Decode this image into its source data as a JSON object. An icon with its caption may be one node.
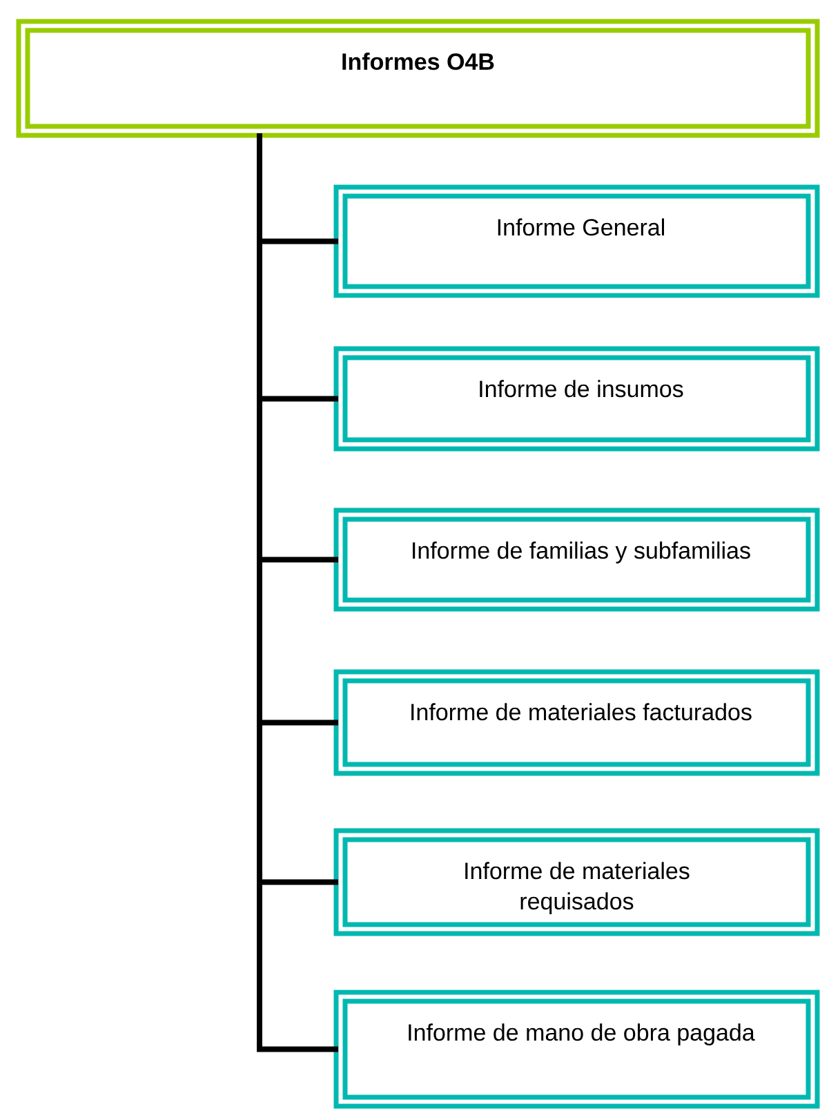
{
  "diagram": {
    "nodes": [
      {
        "text": [
          "Informes O4B"
        ]
      },
      {
        "text": [
          "Informe General"
        ]
      },
      {
        "text": [
          "Informe de insumos"
        ]
      },
      {
        "text": [
          "Informe de familias y subfamilias"
        ]
      },
      {
        "text": [
          "Informe de materiales facturados"
        ]
      },
      {
        "text": [
          "Informe de materiales requisados"
        ]
      },
      {
        "text": [
          "Informe de mano de obra pagada"
        ]
      }
    ],
    "edges": [
      {
        "from": 0,
        "to": 1,
        "arrow": "none"
      },
      {
        "from": 0,
        "to": 2,
        "arrow": "none"
      },
      {
        "from": 0,
        "to": 3,
        "arrow": "none"
      },
      {
        "from": 0,
        "to": 4,
        "arrow": "none"
      },
      {
        "from": 0,
        "to": 5,
        "arrow": "none"
      },
      {
        "from": 0,
        "to": 6,
        "arrow": "none"
      }
    ]
  }
}
